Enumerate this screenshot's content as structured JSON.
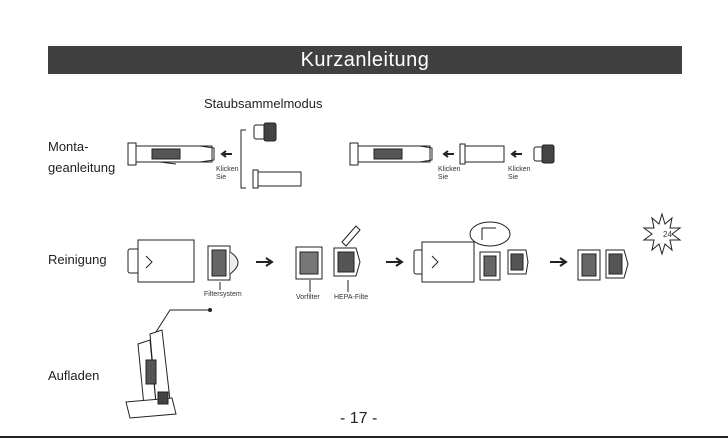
{
  "header": {
    "title": "Kurzanleitung"
  },
  "mode_label": "Staubsammelmodus",
  "sections": {
    "assembly": {
      "line1": "Monta-",
      "line2": "geanleitung"
    },
    "cleaning": "Reinigung",
    "charging": "Aufladen"
  },
  "callouts": {
    "click1": "Klicken",
    "click1b": "Sie",
    "click2": "Klicken",
    "click2b": "Sie",
    "click3": "Klicken",
    "click3b": "Sie",
    "filtersystem": "Filtersystem",
    "prefilter": "Vorfilter",
    "hepa": "HEPA-Filte",
    "hours": "24"
  },
  "footer": {
    "page_number": "- 17 -"
  },
  "colors": {
    "header_bg": "#404040",
    "header_text": "#ffffff",
    "line": "#222222"
  }
}
